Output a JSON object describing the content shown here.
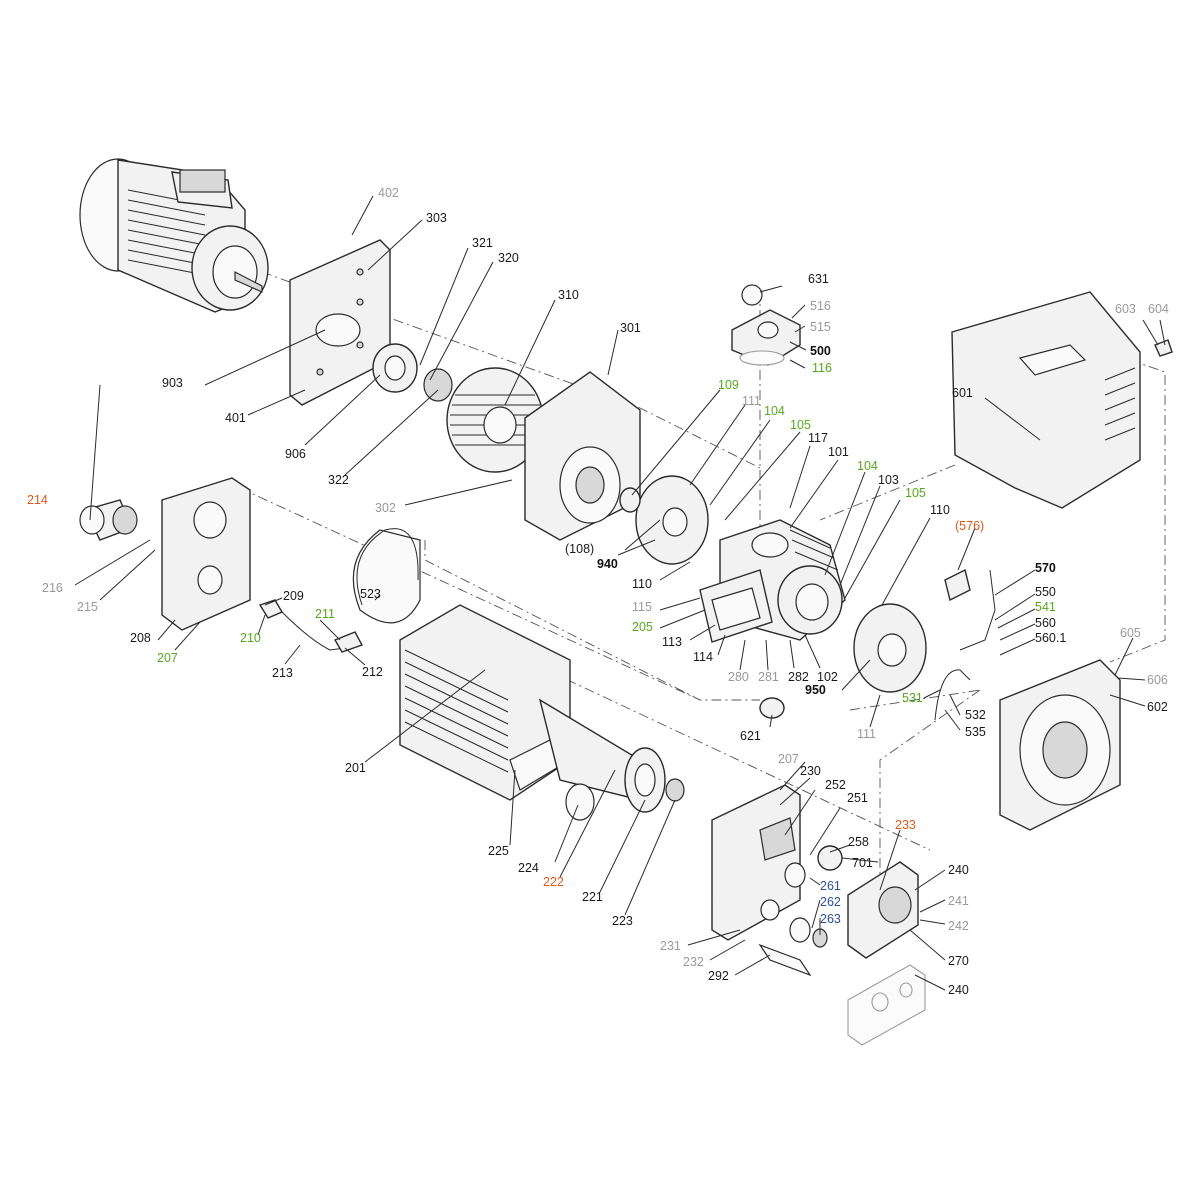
{
  "diagram": {
    "type": "exploded-parts-view",
    "colors": {
      "black": "#1a1a1a",
      "gray": "#9a9a9a",
      "green": "#56a81e",
      "orange": "#e0581a",
      "blue": "#2f4f9a"
    },
    "labels": [
      {
        "id": "402",
        "text": "402",
        "color": "gray"
      },
      {
        "id": "303",
        "text": "303",
        "color": "black"
      },
      {
        "id": "321",
        "text": "321",
        "color": "black"
      },
      {
        "id": "320",
        "text": "320",
        "color": "black"
      },
      {
        "id": "310",
        "text": "310",
        "color": "black"
      },
      {
        "id": "301",
        "text": "301",
        "color": "black"
      },
      {
        "id": "631",
        "text": "631",
        "color": "black"
      },
      {
        "id": "516",
        "text": "516",
        "color": "gray"
      },
      {
        "id": "515",
        "text": "515",
        "color": "gray"
      },
      {
        "id": "500",
        "text": "500",
        "color": "bold"
      },
      {
        "id": "116",
        "text": "116",
        "color": "green"
      },
      {
        "id": "603",
        "text": "603",
        "color": "gray"
      },
      {
        "id": "604",
        "text": "604",
        "color": "gray"
      },
      {
        "id": "601",
        "text": "601",
        "color": "black"
      },
      {
        "id": "903",
        "text": "903",
        "color": "black"
      },
      {
        "id": "401",
        "text": "401",
        "color": "black"
      },
      {
        "id": "906",
        "text": "906",
        "color": "black"
      },
      {
        "id": "322",
        "text": "322",
        "color": "black"
      },
      {
        "id": "109",
        "text": "109",
        "color": "green"
      },
      {
        "id": "111a",
        "text": "111",
        "color": "gray"
      },
      {
        "id": "104a",
        "text": "104",
        "color": "green"
      },
      {
        "id": "105a",
        "text": "105",
        "color": "green"
      },
      {
        "id": "117",
        "text": "117",
        "color": "black"
      },
      {
        "id": "101",
        "text": "101",
        "color": "black"
      },
      {
        "id": "104b",
        "text": "104",
        "color": "green"
      },
      {
        "id": "103",
        "text": "103",
        "color": "black"
      },
      {
        "id": "105b",
        "text": "105",
        "color": "green"
      },
      {
        "id": "302",
        "text": "302",
        "color": "gray"
      },
      {
        "id": "214",
        "text": "214",
        "color": "orange"
      },
      {
        "id": "216",
        "text": "216",
        "color": "gray"
      },
      {
        "id": "215",
        "text": "215",
        "color": "gray"
      },
      {
        "id": "208",
        "text": "208",
        "color": "black"
      },
      {
        "id": "207a",
        "text": "207",
        "color": "green"
      },
      {
        "id": "209",
        "text": "209",
        "color": "black"
      },
      {
        "id": "210",
        "text": "210",
        "color": "green"
      },
      {
        "id": "211",
        "text": "211",
        "color": "green"
      },
      {
        "id": "213",
        "text": "213",
        "color": "black"
      },
      {
        "id": "212",
        "text": "212",
        "color": "black"
      },
      {
        "id": "523",
        "text": "523",
        "color": "black"
      },
      {
        "id": "108",
        "text": "(108)",
        "color": "black"
      },
      {
        "id": "940",
        "text": "940",
        "color": "bold"
      },
      {
        "id": "110a",
        "text": "110",
        "color": "black"
      },
      {
        "id": "110b",
        "text": "110",
        "color": "black"
      },
      {
        "id": "115",
        "text": "115",
        "color": "gray"
      },
      {
        "id": "205",
        "text": "205",
        "color": "green"
      },
      {
        "id": "113",
        "text": "113",
        "color": "black"
      },
      {
        "id": "114",
        "text": "114",
        "color": "black"
      },
      {
        "id": "280",
        "text": "280",
        "color": "gray"
      },
      {
        "id": "281",
        "text": "281",
        "color": "gray"
      },
      {
        "id": "282",
        "text": "282",
        "color": "black"
      },
      {
        "id": "102",
        "text": "102",
        "color": "black"
      },
      {
        "id": "576",
        "text": "(576)",
        "color": "orange"
      },
      {
        "id": "570",
        "text": "570",
        "color": "bold"
      },
      {
        "id": "550",
        "text": "550",
        "color": "black"
      },
      {
        "id": "541",
        "text": "541",
        "color": "green"
      },
      {
        "id": "560",
        "text": "560",
        "color": "black"
      },
      {
        "id": "5601",
        "text": "560.1",
        "color": "black"
      },
      {
        "id": "605",
        "text": "605",
        "color": "gray"
      },
      {
        "id": "606",
        "text": "606",
        "color": "gray"
      },
      {
        "id": "602",
        "text": "602",
        "color": "black"
      },
      {
        "id": "621",
        "text": "621",
        "color": "black"
      },
      {
        "id": "950",
        "text": "950",
        "color": "bold"
      },
      {
        "id": "111b",
        "text": "111",
        "color": "gray"
      },
      {
        "id": "531",
        "text": "531",
        "color": "green"
      },
      {
        "id": "532",
        "text": "532",
        "color": "black"
      },
      {
        "id": "535",
        "text": "535",
        "color": "black"
      },
      {
        "id": "201",
        "text": "201",
        "color": "black"
      },
      {
        "id": "225",
        "text": "225",
        "color": "black"
      },
      {
        "id": "224",
        "text": "224",
        "color": "black"
      },
      {
        "id": "222",
        "text": "222",
        "color": "orange"
      },
      {
        "id": "221",
        "text": "221",
        "color": "black"
      },
      {
        "id": "223",
        "text": "223",
        "color": "black"
      },
      {
        "id": "207b",
        "text": "207",
        "color": "gray"
      },
      {
        "id": "230",
        "text": "230",
        "color": "black"
      },
      {
        "id": "252",
        "text": "252",
        "color": "black"
      },
      {
        "id": "251",
        "text": "251",
        "color": "black"
      },
      {
        "id": "258",
        "text": "258",
        "color": "black"
      },
      {
        "id": "233",
        "text": "233",
        "color": "orange"
      },
      {
        "id": "701",
        "text": "701",
        "color": "black"
      },
      {
        "id": "240a",
        "text": "240",
        "color": "black"
      },
      {
        "id": "261",
        "text": "261",
        "color": "blue"
      },
      {
        "id": "262",
        "text": "262",
        "color": "blue"
      },
      {
        "id": "263",
        "text": "263",
        "color": "blue"
      },
      {
        "id": "241",
        "text": "241",
        "color": "gray"
      },
      {
        "id": "242",
        "text": "242",
        "color": "gray"
      },
      {
        "id": "270",
        "text": "270",
        "color": "black"
      },
      {
        "id": "231",
        "text": "231",
        "color": "gray"
      },
      {
        "id": "232",
        "text": "232",
        "color": "gray"
      },
      {
        "id": "292",
        "text": "292",
        "color": "black"
      },
      {
        "id": "240b",
        "text": "240",
        "color": "black"
      }
    ]
  }
}
